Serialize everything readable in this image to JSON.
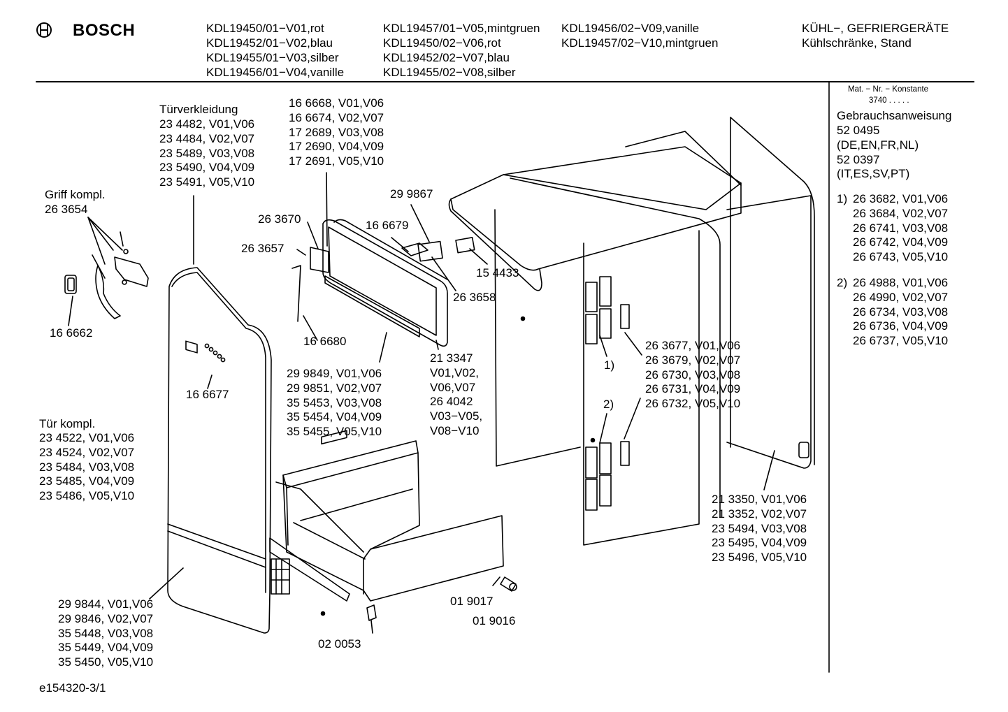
{
  "header": {
    "brand": "BOSCH",
    "col1": [
      "KDL19450/01−V01,rot",
      "KDL19452/01−V02,blau",
      "KDL19455/01−V03,silber",
      "KDL19456/01−V04,vanille"
    ],
    "col2": [
      "KDL19457/01−V05,mintgruen",
      "KDL19450/02−V06,rot",
      "KDL19452/02−V07,blau",
      "KDL19455/02−V08,silber"
    ],
    "col3": [
      "KDL19456/02−V09,vanille",
      "KDL19457/02−V10,mintgruen"
    ],
    "category": [
      "KÜHL−, GEFRIERGERÄTE",
      "Kühlschränke, Stand"
    ]
  },
  "sidebar": {
    "mat_label": "Mat. − Nr. − Konstante",
    "mat_value": "3740  .  .  .  .  .",
    "manual_title": "Gebrauchsanweisung",
    "manual_lines": [
      "52 0495",
      "(DE,EN,FR,NL)",
      "52 0397",
      "(IT,ES,SV,PT)"
    ],
    "footnote1_marker": "1)",
    "footnote1": [
      "26 3682, V01,V06",
      "26 3684, V02,V07",
      "26 6741, V03,V08",
      "26 6742, V04,V09",
      "26 6743, V05,V10"
    ],
    "footnote2_marker": "2)",
    "footnote2": [
      "26 4988, V01,V06",
      "26 4990, V02,V07",
      "26 6734, V03,V08",
      "26 6736, V04,V09",
      "26 6737, V05,V10"
    ]
  },
  "labels": {
    "tuerverkleidung_title": "Türverkleidung",
    "tuerverkleidung": [
      "23 4482, V01,V06",
      "23 4484, V02,V07",
      "23 5489, V03,V08",
      "23 5490, V04,V09",
      "23 5491, V05,V10"
    ],
    "frame_parts": [
      "16 6668, V01,V06",
      "16 6674, V02,V07",
      "17 2689, V03,V08",
      "17 2690, V04,V09",
      "17 2691, V05,V10"
    ],
    "griff_title": "Griff kompl.",
    "griff_number": "26 3654",
    "p166662": "16 6662",
    "p263670": "26 3670",
    "p263657": "26 3657",
    "p299867": "29 9867",
    "p166679": "16 6679",
    "p154433": "15 4433",
    "p263658": "26 3658",
    "p166680": "16 6680",
    "p166677": "16 6677",
    "p213347": [
      "21 3347",
      "V01,V02,",
      "V06,V07",
      "26 4042",
      "V03−V05,",
      "V08−V10"
    ],
    "drawer_front": [
      "29 9849, V01,V06",
      "29 9851, V02,V07",
      "35 5453, V03,V08",
      "35 5454, V04,V09",
      "35 5455, V05,V10"
    ],
    "tuer_title": "Tür kompl.",
    "tuer": [
      "23 4522, V01,V06",
      "23 4524, V02,V07",
      "23 5484, V03,V08",
      "23 5485, V04,V09",
      "23 5486, V05,V10"
    ],
    "hinge_parts": [
      "26 3677, V01,V06",
      "26 3679, V02,V07",
      "26 6730, V03,V08",
      "26 6731, V04,V09",
      "26 6732, V05,V10"
    ],
    "hinge1_marker": "1)",
    "hinge2_marker": "2)",
    "side_panel": [
      "21 3350, V01,V06",
      "21 3352, V02,V07",
      "23 5494, V03,V08",
      "23 5495, V04,V09",
      "23 5496, V05,V10"
    ],
    "door_bottom": [
      "29 9844, V01,V06",
      "29 9846, V02,V07",
      "35 5448, V03,V08",
      "35 5449, V04,V09",
      "35 5450, V05,V10"
    ],
    "p019017": "01 9017",
    "p019016": "01 9016",
    "p020053": "02 0053"
  },
  "footer": {
    "code": "e154320-3/1"
  }
}
